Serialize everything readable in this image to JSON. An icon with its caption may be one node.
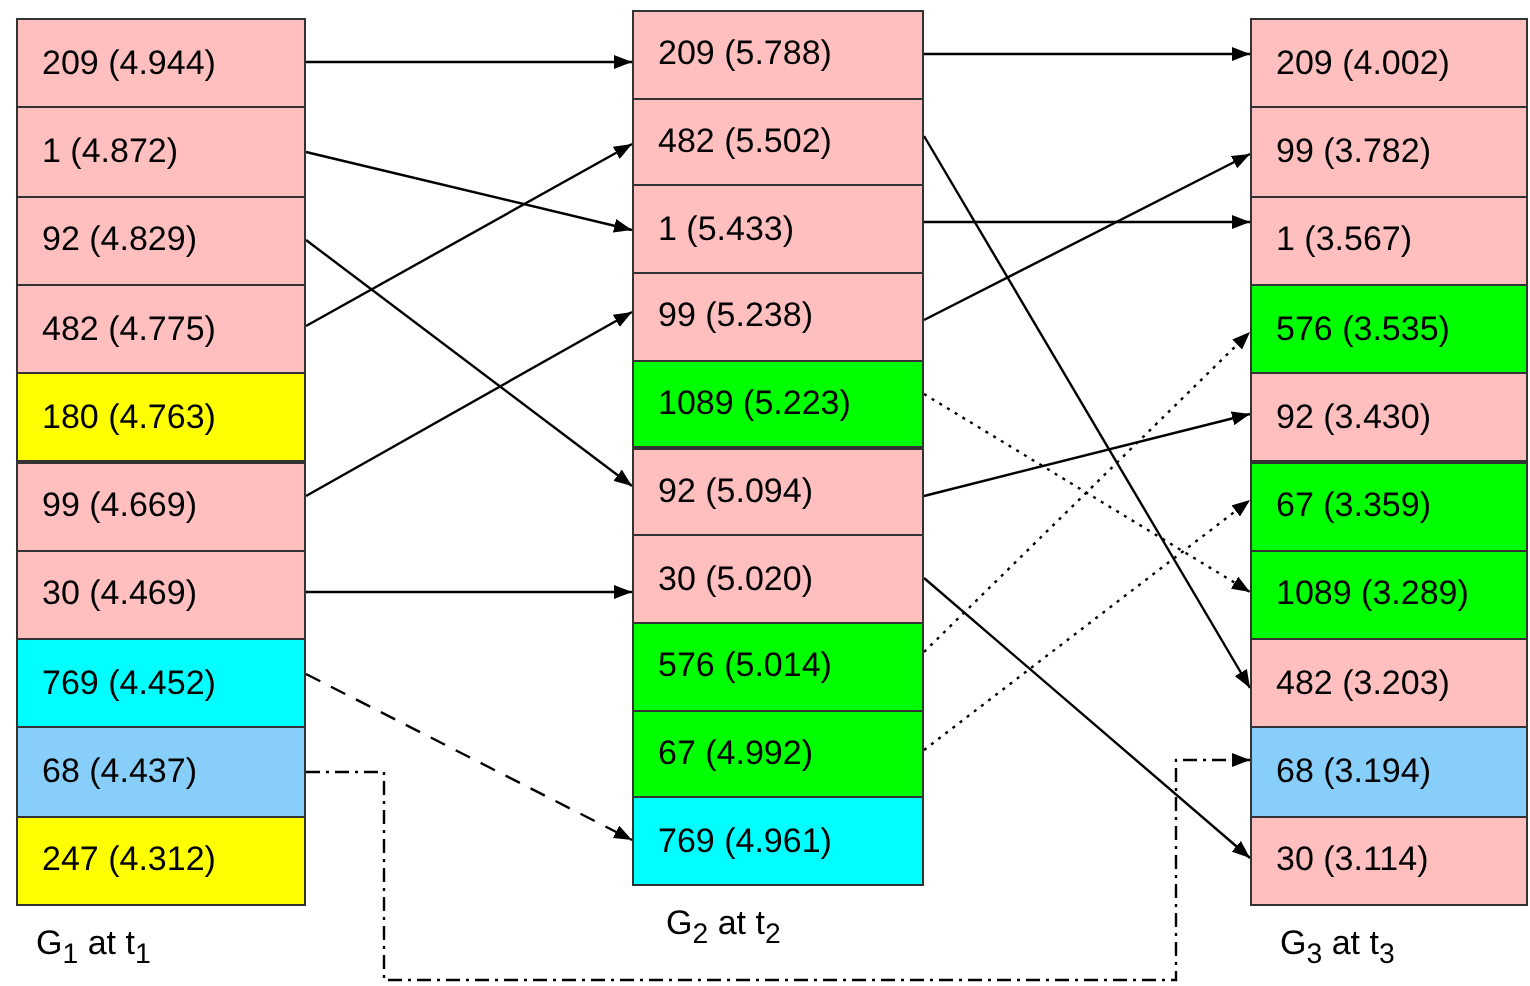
{
  "diagram": {
    "nodes": [
      {
        "text": [
          "209 (4.944)"
        ]
      },
      {
        "text": [
          "1 (4.872)"
        ]
      },
      {
        "text": [
          "92 (4.829)"
        ]
      },
      {
        "text": [
          "482 (4.775)"
        ]
      },
      {
        "text": [
          "180 (4.763)"
        ]
      },
      {
        "text": [
          "99 (4.669)"
        ]
      },
      {
        "text": [
          "30 (4.469)"
        ]
      },
      {
        "text": [
          "769 (4.452)"
        ]
      },
      {
        "text": [
          "68 (4.437)"
        ]
      },
      {
        "text": [
          "247 (4.312)"
        ]
      },
      {
        "text": [
          "209 (5.788)"
        ]
      },
      {
        "text": [
          "482 (5.502)"
        ]
      },
      {
        "text": [
          "1 (5.433)"
        ]
      },
      {
        "text": [
          "99 (5.238)"
        ]
      },
      {
        "text": [
          "1089 (5.223)"
        ]
      },
      {
        "text": [
          "92 (5.094)"
        ]
      },
      {
        "text": [
          "30 (5.020)"
        ]
      },
      {
        "text": [
          "576 (5.014)"
        ]
      },
      {
        "text": [
          "67 (4.992)"
        ]
      },
      {
        "text": [
          "769 (4.961)"
        ]
      },
      {
        "text": [
          "209 (4.002)"
        ]
      },
      {
        "text": [
          "99 (3.782)"
        ]
      },
      {
        "text": [
          "1 (3.567)"
        ]
      },
      {
        "text": [
          "576 (3.535)"
        ]
      },
      {
        "text": [
          "92 (3.430)"
        ]
      },
      {
        "text": [
          "67 (3.359)"
        ]
      },
      {
        "text": [
          "1089 (3.289)"
        ]
      },
      {
        "text": [
          "482 (3.203)"
        ]
      },
      {
        "text": [
          "68 (3.194)"
        ]
      },
      {
        "text": [
          "30 (3.114)"
        ]
      }
    ],
    "edges": [
      {
        "from": 0,
        "to": 10,
        "arrow": "to"
      },
      {
        "from": 1,
        "to": 12,
        "arrow": "to"
      },
      {
        "from": 2,
        "to": 15,
        "arrow": "to"
      },
      {
        "from": 3,
        "to": 11,
        "arrow": "to"
      },
      {
        "from": 5,
        "to": 13,
        "arrow": "to"
      },
      {
        "from": 6,
        "to": 16,
        "arrow": "to"
      },
      {
        "from": 7,
        "to": 19,
        "arrow": "to",
        "style": "dashed"
      },
      {
        "from": 8,
        "to": 28,
        "arrow": "to",
        "style": "dashed"
      },
      {
        "from": 10,
        "to": 20,
        "arrow": "to"
      },
      {
        "from": 11,
        "to": 27,
        "arrow": "to"
      },
      {
        "from": 12,
        "to": 22,
        "arrow": "to"
      },
      {
        "from": 13,
        "to": 21,
        "arrow": "to"
      },
      {
        "from": 14,
        "to": 26,
        "arrow": "to",
        "style": "dashed"
      },
      {
        "from": 15,
        "to": 24,
        "arrow": "to"
      },
      {
        "from": 16,
        "to": 29,
        "arrow": "to"
      },
      {
        "from": 17,
        "to": 23,
        "arrow": "to",
        "style": "dashed"
      },
      {
        "from": 18,
        "to": 25,
        "arrow": "to",
        "style": "dashed"
      }
    ],
    "labels": [
      "G$_{1}$ at t$_{1}$",
      "G$_{2}$ at t$_{2}$",
      "G$_{3}$ at t$_{3}$"
    ]
  }
}
